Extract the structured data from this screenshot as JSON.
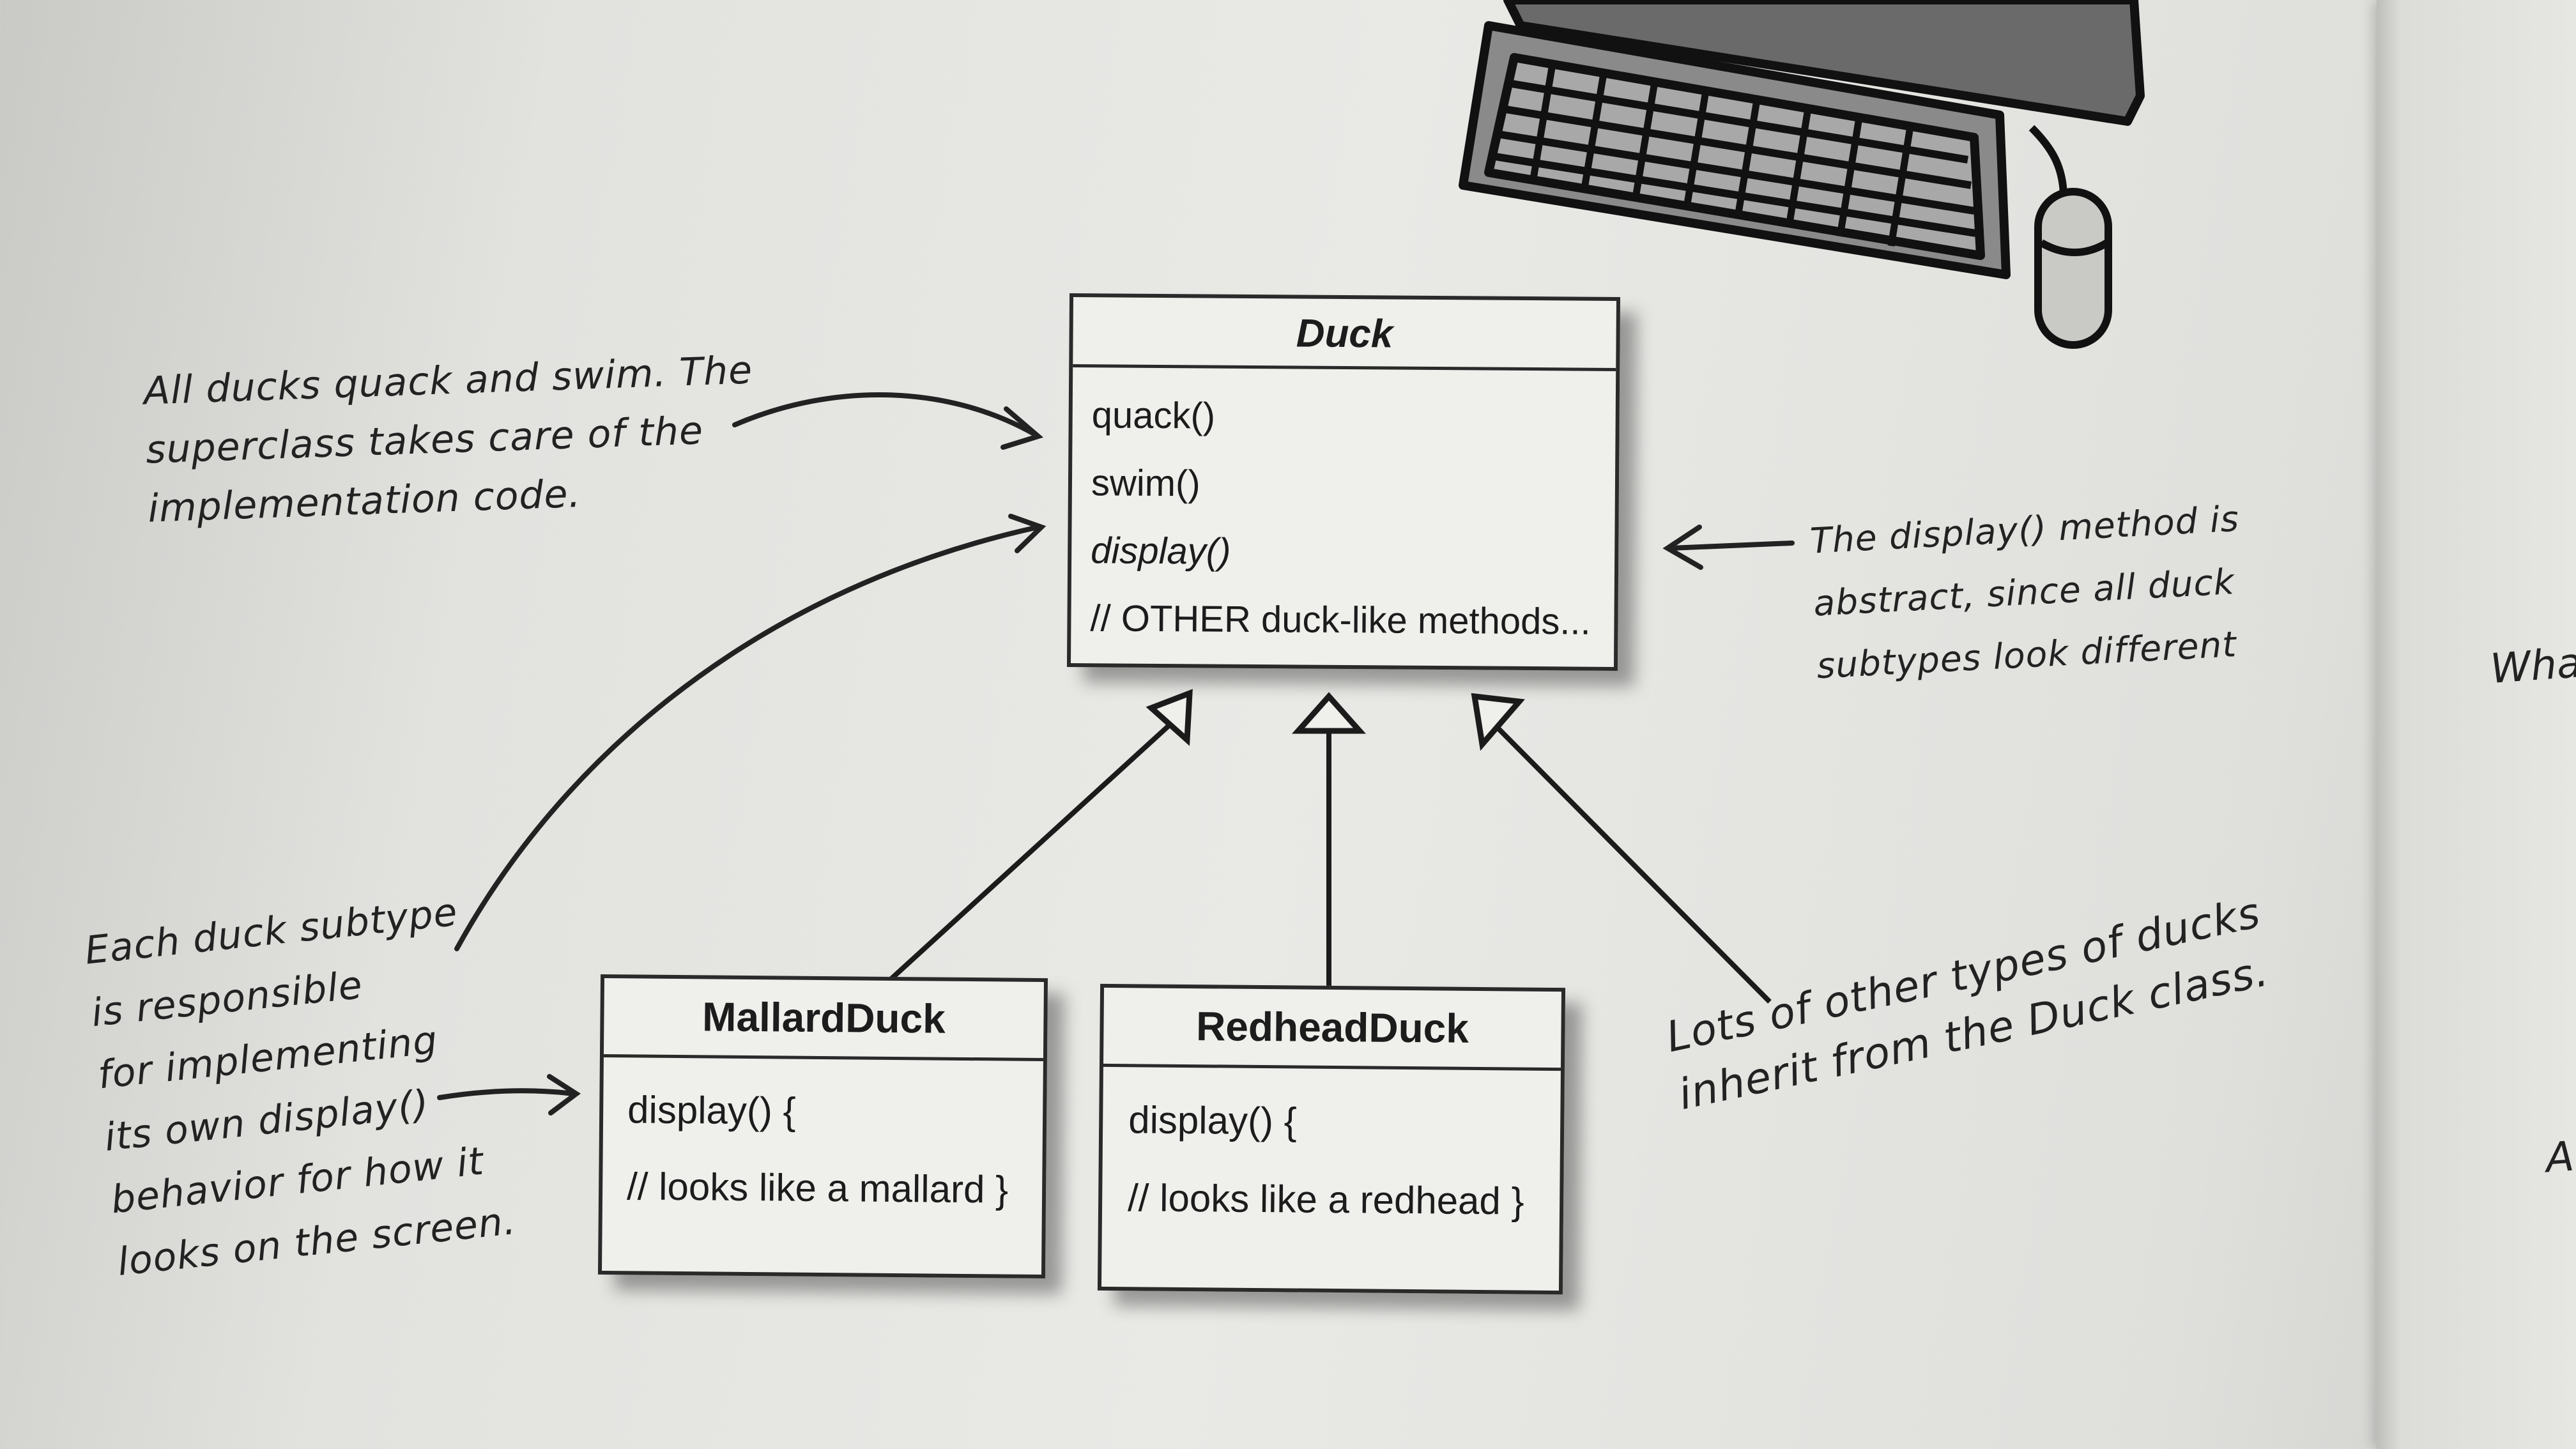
{
  "diagram": {
    "duck_class": {
      "name": "Duck",
      "methods": [
        "quack()",
        "swim()",
        "display()",
        "// OTHER duck-like methods..."
      ]
    },
    "mallard_class": {
      "name": "MallardDuck",
      "lines": [
        "display() {",
        "// looks like a mallard }"
      ]
    },
    "redhead_class": {
      "name": "RedheadDuck",
      "lines": [
        "display() {",
        "// looks like a redhead }"
      ]
    }
  },
  "annotations": {
    "quack_swim_note": [
      "All ducks quack and swim. The",
      "superclass takes care of the",
      "implementation code."
    ],
    "display_note": [
      "The display() method is",
      "abstract, since all duck",
      "subtypes look different"
    ],
    "subtype_note": [
      "Each duck subtype",
      "is responsible",
      "for implementing",
      "its own display()",
      "behavior for how it",
      "looks on the screen."
    ],
    "other_types_note": [
      "Lots of other types of ducks",
      "inherit from the Duck class."
    ]
  },
  "page_edge_text": [
    "What",
    "A"
  ]
}
